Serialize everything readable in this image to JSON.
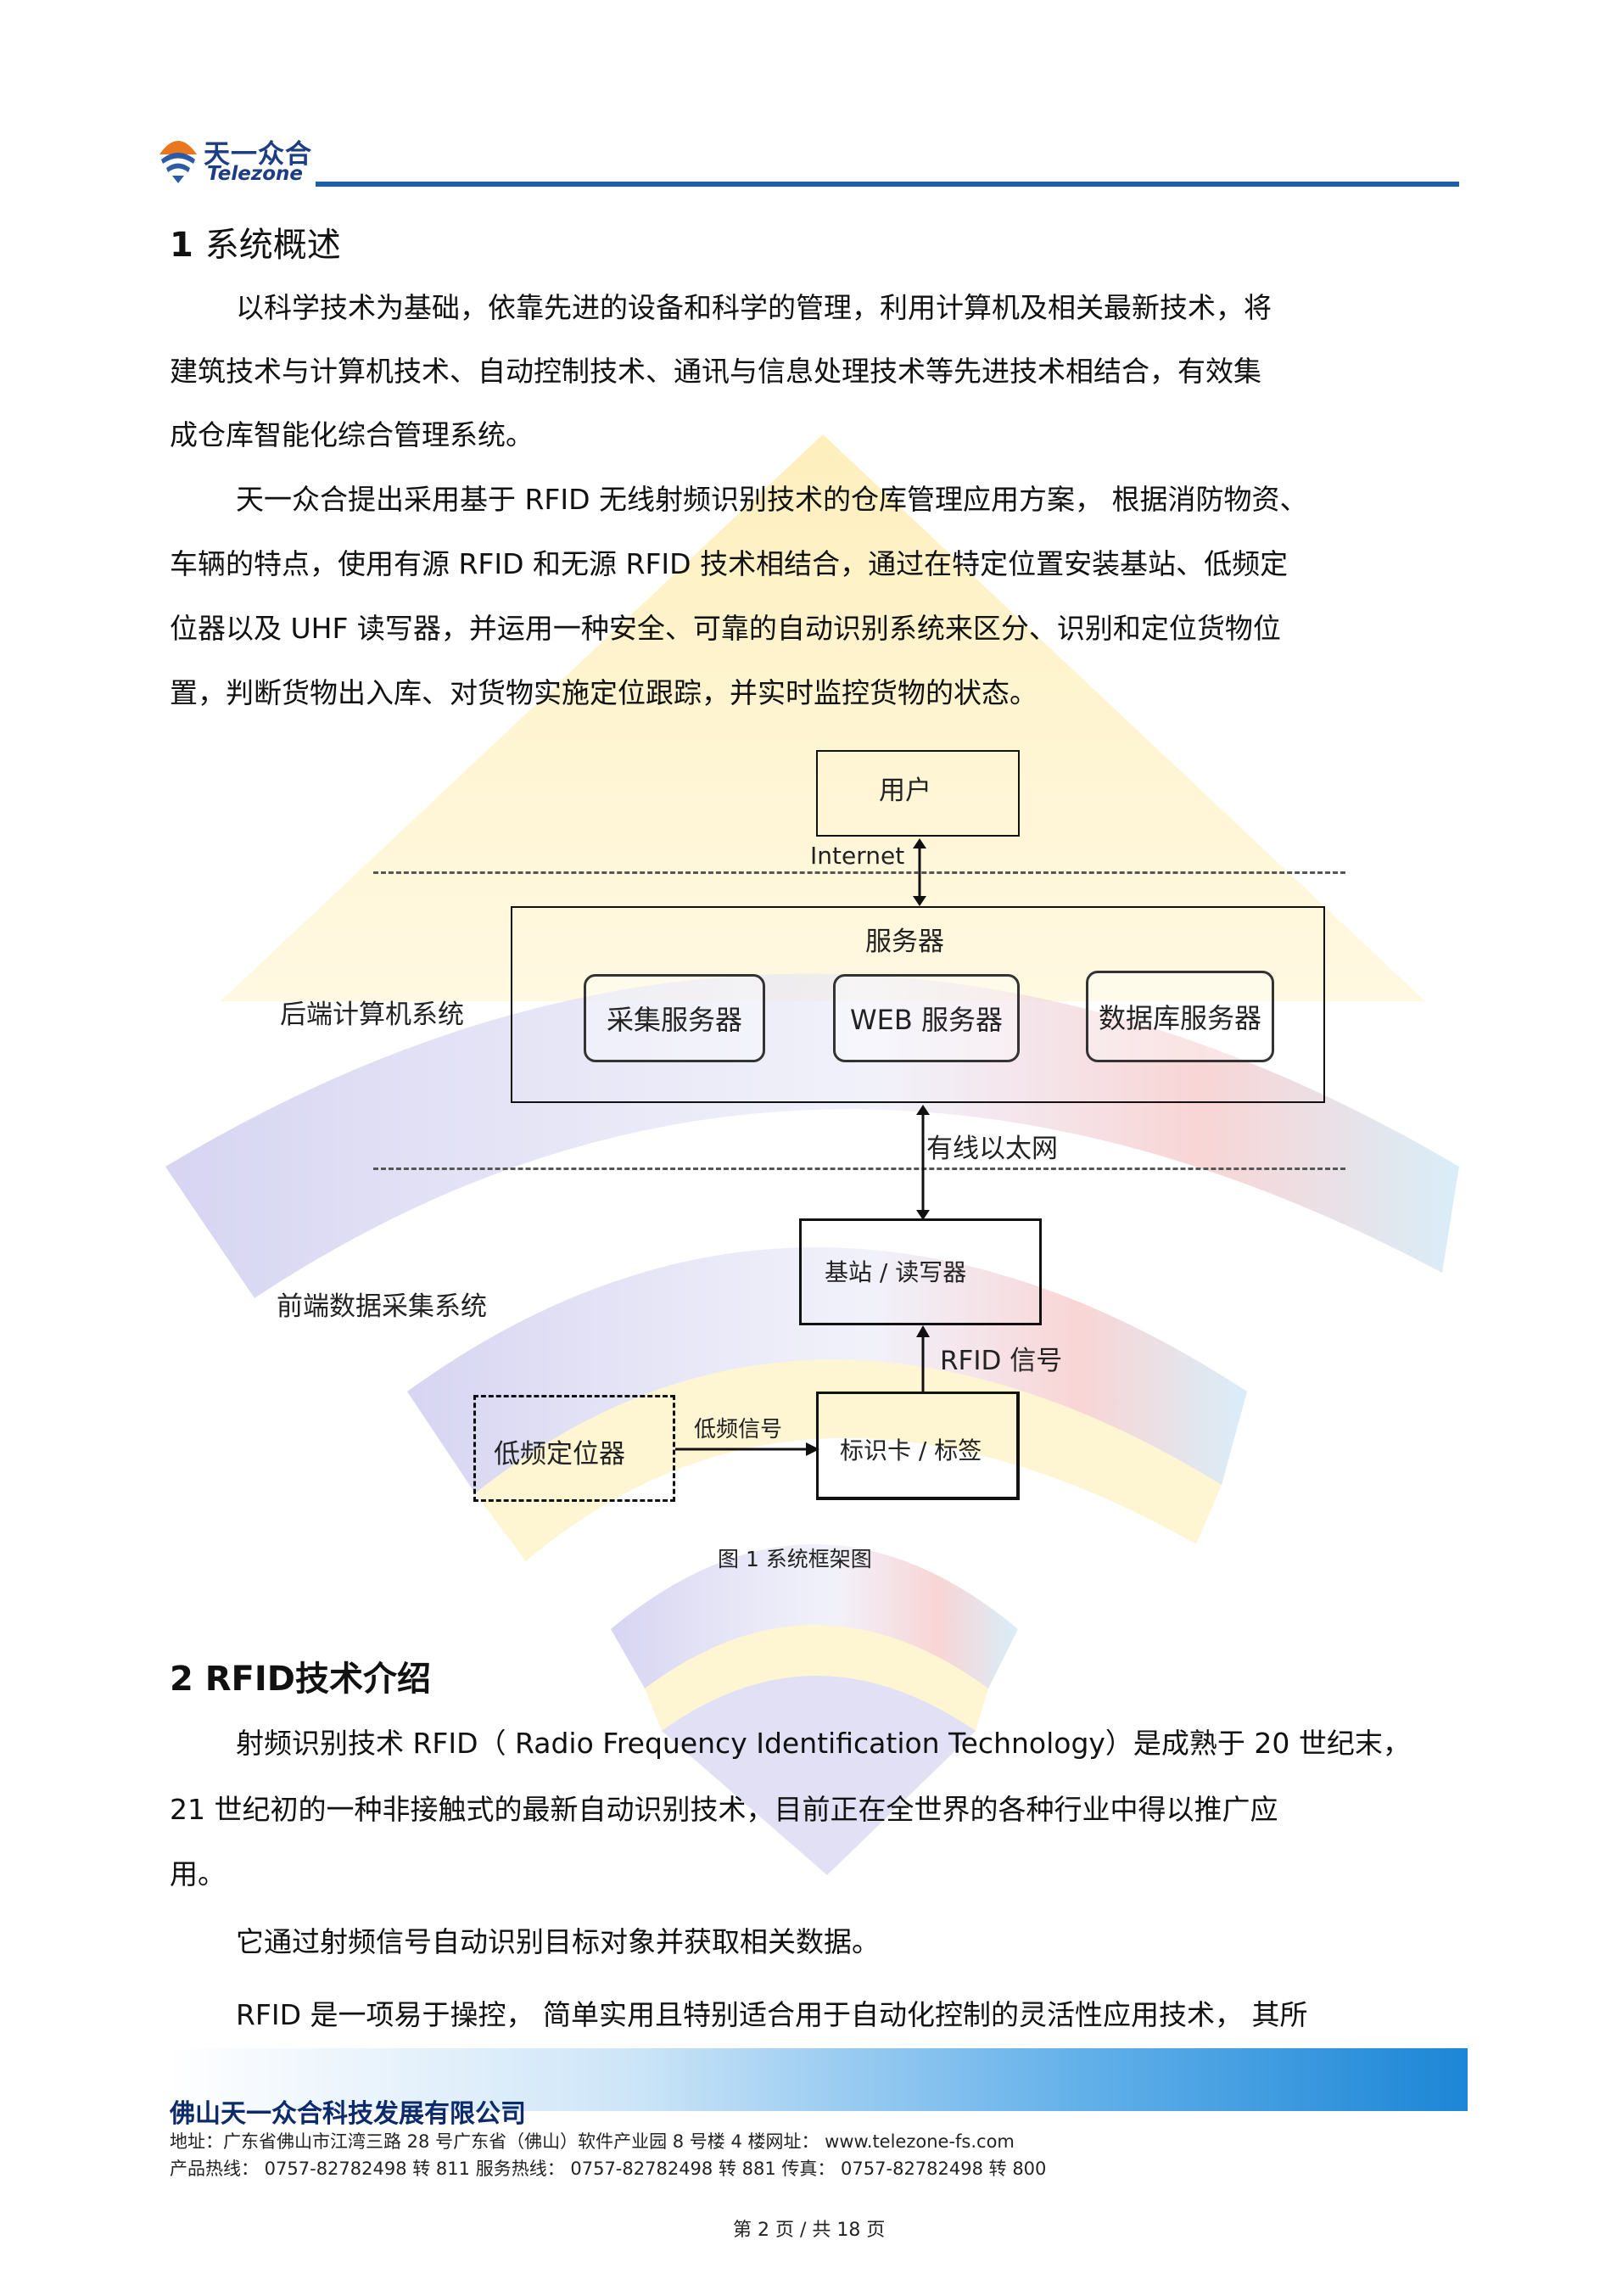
{
  "header": {
    "logo_cn": "天一众合",
    "logo_en": "Telezone"
  },
  "section1": {
    "heading_num": "1",
    "heading_text": "系统概述",
    "para1": [
      "以科学技术为基础，依靠先进的设备和科学的管理，利用计算机及相关最新技术，将",
      "建筑技术与计算机技术、自动控制技术、通讯与信息处理技术等先进技术相结合，有效集",
      "成仓库智能化综合管理系统。"
    ],
    "para2": [
      "天一众合提出采用基于   RFID 无线射频识别技术的仓库管理应用方案，  根据消防物资、",
      "车辆的特点，使用有源   RFID 和无源  RFID 技术相结合，通过在特定位置安装基站、低频定",
      "位器以及  UHF 读写器，并运用一种安全、可靠的自动识别系统来区分、识别和定位货物位",
      "置，判断货物出入库、对货物实施定位跟踪，并实时监控货物的状态。"
    ]
  },
  "diagram": {
    "user": "用户",
    "internet": "Internet",
    "server_title": "服务器",
    "collect_server": "采集服务器",
    "web_server": "WEB 服务器",
    "db_server": "数据库服务器",
    "backend_label": "后端计算机系统",
    "ethernet": "有线以太网",
    "base_station": "基站 / 读写器",
    "frontend_label": "前端数据采集系统",
    "rfid_signal": "RFID 信号",
    "lf_locator": "低频定位器",
    "lf_signal": "低频信号",
    "tag": "标识卡 / 标签",
    "caption": "图 1 系统框架图"
  },
  "section2": {
    "heading": "2 RFID技术介绍",
    "para1": [
      "射频识别技术   RFID（ Radio Frequency Identification Technology）是成熟于   20 世纪末，",
      "21 世纪初的一种非接触式的最新自动识别技术，目前正在全世界的各种行业中得以推广应",
      "用。"
    ],
    "para2": "它通过射频信号自动识别目标对象并获取相关数据。",
    "para3": "RFID 是一项易于操控，  简单实用且特别适合用于自动化控制的灵活性应用技术，      其所"
  },
  "footer": {
    "company": "佛山天一众合科技发展有限公司",
    "address": "地址：广东省佛山市江湾三路     28 号广东省（佛山）软件产业园     8 号楼 4 楼网址： www.telezone-fs.com",
    "hotline": "产品热线： 0757-82782498 转 811          服务热线： 0757-82782498 转 881                  传真： 0757-82782498 转 800",
    "page": "第 2 页  /  共 18 页"
  },
  "colors": {
    "brand_blue": "#1d3c86",
    "header_line": "#1f5fa8",
    "footer_band_end": "#1c86d6"
  }
}
